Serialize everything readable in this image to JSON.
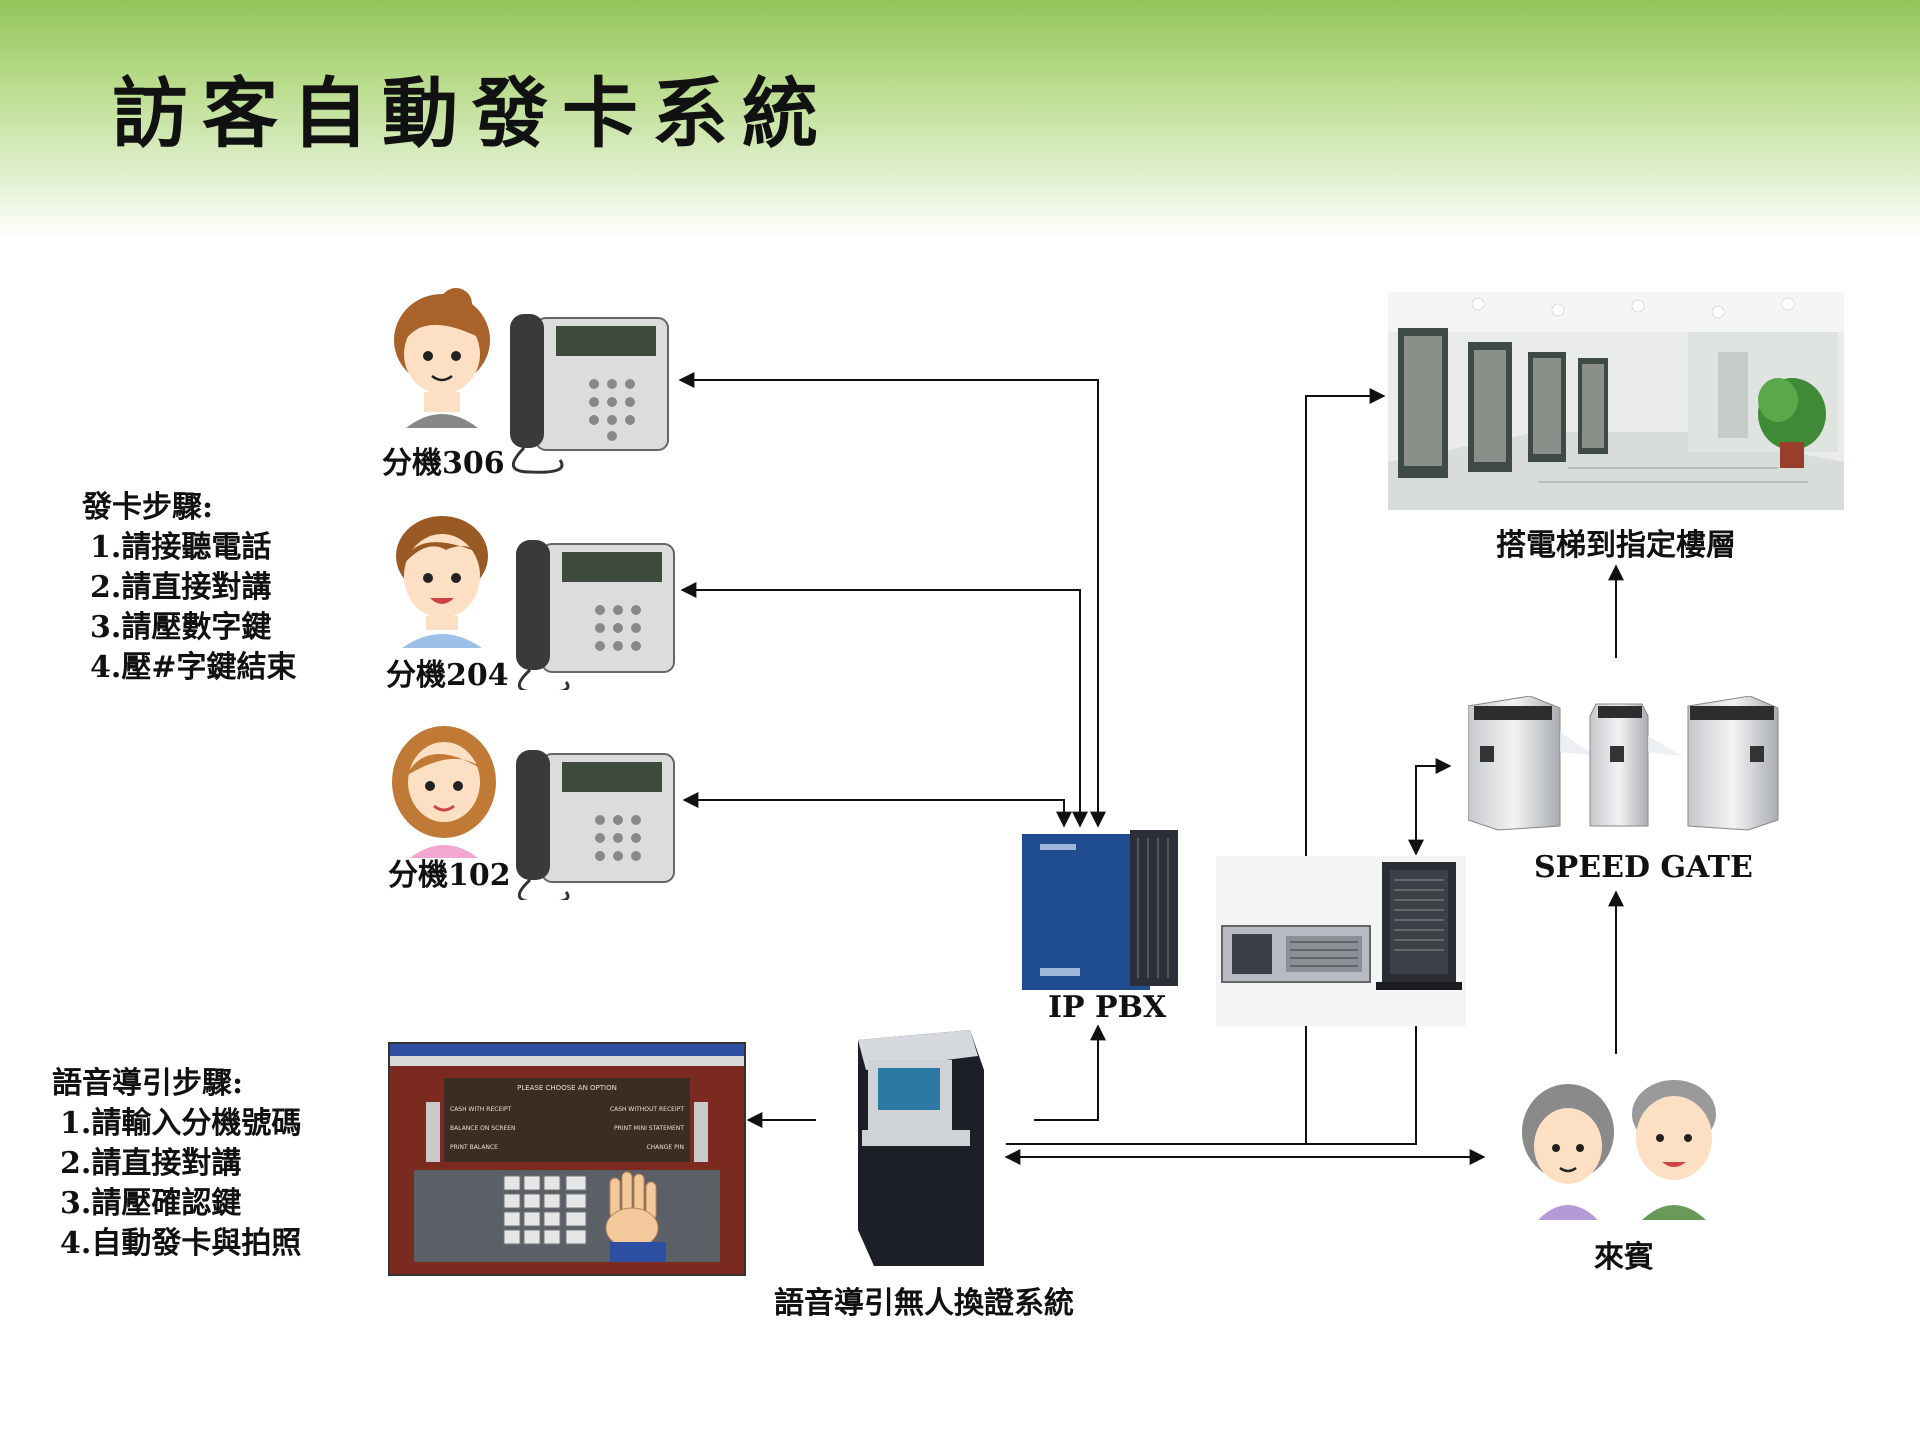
{
  "title": "訪客自動發卡系統",
  "card_steps": {
    "heading": "發卡步驟:",
    "items": [
      "1.請接聽電話",
      "2.請直接對講",
      "3.請壓數字鍵",
      "4.壓#字鍵結束"
    ]
  },
  "voice_steps": {
    "heading": "語音導引步驟:",
    "items": [
      "1.請輸入分機號碼",
      "2.請直接對講",
      "3.請壓確認鍵",
      "4.自動發卡與拍照"
    ]
  },
  "extensions": [
    {
      "label": "分機306"
    },
    {
      "label": "分機204"
    },
    {
      "label": "分機102"
    }
  ],
  "pbx_label": "IP PBX",
  "elevator_label": "搭電梯到指定樓層",
  "gate_label": "SPEED GATE",
  "visitor_label": "來賓",
  "kiosk_label": "語音導引無人換證系統",
  "screen": {
    "prompt": "PLEASE CHOOSE AN OPTION",
    "options_left": [
      "CASH WITH RECEIPT",
      "BALANCE ON SCREEN",
      "PRINT BALANCE"
    ],
    "options_right": [
      "CASH WITHOUT RECEIPT",
      "PRINT MINI STATEMENT",
      "CHANGE PIN"
    ]
  },
  "colors": {
    "header_green": "#93c45a",
    "pbx_blue": "#1f4d8f",
    "arrow": "#111111"
  }
}
